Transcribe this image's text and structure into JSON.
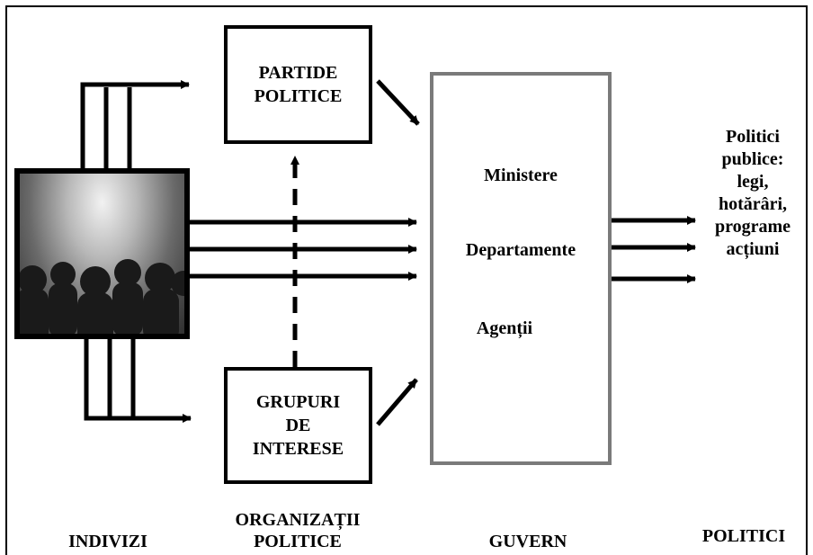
{
  "boxes": {
    "parties": [
      "PARTIDE",
      "POLITICE"
    ],
    "groups": [
      "GRUPURI",
      "DE",
      "INTERESE"
    ],
    "government": [
      "Ministere",
      "Departamente",
      "Agenții"
    ]
  },
  "outputs": [
    "Politici",
    "publice:",
    "legi,",
    "hotărâri,",
    "programe",
    "acțiuni"
  ],
  "columns": {
    "individuals": "INDIVIZI",
    "organizations": [
      "ORGANIZAȚII",
      "POLITICE"
    ],
    "government": "GUVERN",
    "policies": "POLITICI"
  },
  "colors": {
    "line": "#000000",
    "government_border": "#7a7a7a"
  }
}
